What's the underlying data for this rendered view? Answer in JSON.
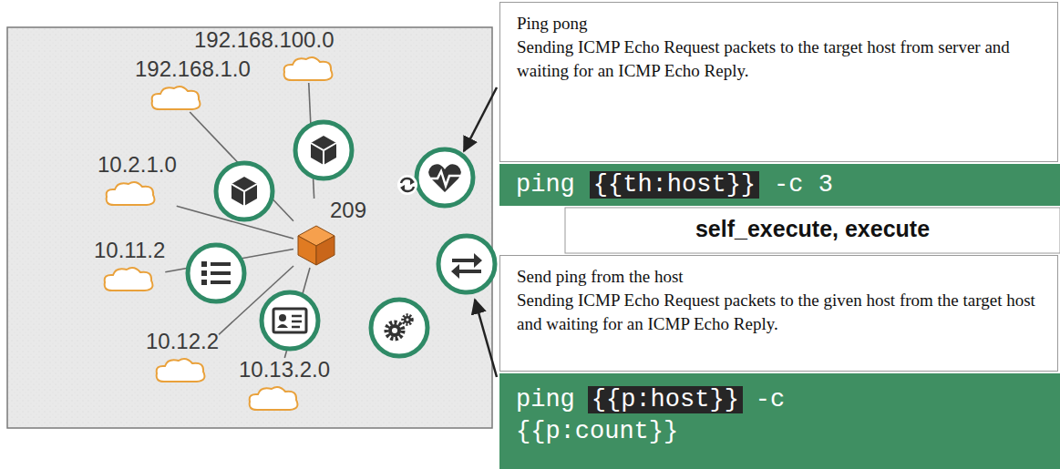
{
  "diagram": {
    "nodes": [
      {
        "text": [
          "192.168.100.0"
        ]
      },
      {
        "text": [
          "192.168.1.0"
        ]
      },
      {
        "text": [
          "10.2.1.0"
        ]
      },
      {
        "text": [
          "209"
        ]
      },
      {
        "text": [
          "10.11.2"
        ]
      },
      {
        "text": [
          "10.12.2"
        ]
      },
      {
        "text": [
          "10.13.2.0"
        ]
      },
      {
        "text": [
          "Ping pong",
          "Sending ICMP Echo Request packets to the target host from server and waiting for an ICMP Echo Reply."
        ]
      },
      {
        "text": [
          "ping",
          "{{th:host}}",
          "-c 3"
        ]
      },
      {
        "text": [
          "Send ping from the host",
          "Sending ICMP Echo Request packets to the given host from the target host and waiting for an ICMP Echo Reply."
        ]
      },
      {
        "text": [
          "ping",
          "{{p:host}}",
          "-c {{p:count}}"
        ]
      }
    ],
    "edges": [
      {
        "from": 3,
        "to": 0,
        "arrow": "none"
      },
      {
        "from": 3,
        "to": 1,
        "arrow": "none"
      },
      {
        "from": 3,
        "to": 2,
        "arrow": "none"
      },
      {
        "from": 3,
        "to": 4,
        "arrow": "none"
      },
      {
        "from": 3,
        "to": 5,
        "arrow": "none"
      },
      {
        "from": 3,
        "to": 6,
        "arrow": "none"
      }
    ],
    "labels": [
      "self_execute, execute"
    ]
  }
}
